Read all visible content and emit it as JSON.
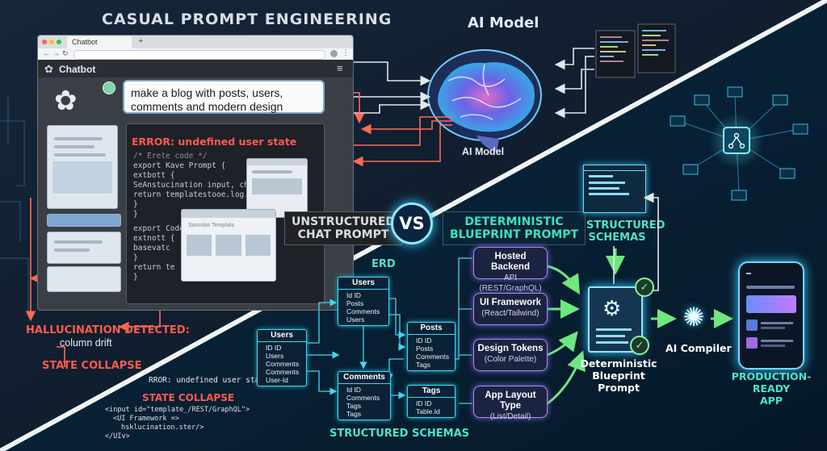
{
  "left": {
    "heading": "CASUAL PROMPT ENGINEERING",
    "browser_tab": "Chatbot",
    "tab_plus": "+",
    "app_title": "Chatbot",
    "prompt": "make a blog with posts, users, comments and modern design",
    "error_title": "ERROR: undefined user state",
    "code_lines": [
      "/* Erete code */",
      "export Kave Prompt {",
      "  extbott {",
      "    SeAnstucination input, ch",
      "    return templatestooe.log.",
      "  }",
      "}",
      "export Code",
      "  extnott {",
      "    basevatc",
      "}",
      "    return te",
      "  }"
    ],
    "template_card_label": "Samnlas Templats",
    "hallucination_title": "HALLUCINATION DETECTED:",
    "hallucination_sub": "column drift",
    "state_collapse_1": "STATE COLLAPSE",
    "bottom_code_1": "RROR: undefined user state\";",
    "state_collapse_2": "STATE COLLAPSE",
    "bottom_code_2": "<input id=\"template_/REST/GraphQL\">",
    "bottom_code_3": "<UI Framework =>",
    "bottom_code_4": "hsklucination.ster/>",
    "bottom_code_5": "</UIv>"
  },
  "center": {
    "ai_model_top": "AI Model",
    "ai_model_label": "AI Model",
    "vs": "VS",
    "unstructured": [
      "UNSTRUCTURED",
      "CHAT PROMPT"
    ],
    "deterministic": [
      "DETERMINISTIC",
      "BLUEPRINT PROMPT"
    ]
  },
  "right": {
    "structured_schemas_top": [
      "STRUCTURED",
      "SCHEMAS"
    ],
    "erd_label": "ERD",
    "erd_tables": {
      "users_top": {
        "name": "Users",
        "fields": [
          "Id ID",
          "Posts",
          "Comments",
          "Users"
        ]
      },
      "users_left": {
        "name": "Users",
        "fields": [
          "ID ID",
          "Users",
          "Comments",
          "Comments",
          "User-Id"
        ]
      },
      "posts": {
        "name": "Posts",
        "fields": [
          "ID ID",
          "Posts",
          "Comments",
          "Tags"
        ]
      },
      "comments": {
        "name": "Comments",
        "fields": [
          "Id ID",
          "Comments",
          "Tags",
          "Tags"
        ]
      },
      "tags": {
        "name": "Tags",
        "fields": [
          "ID ID",
          "Table.Id"
        ]
      }
    },
    "structured_schemas_bottom": "STRUCTURED SCHEMAS",
    "pills": [
      {
        "title": "Hosted Backend",
        "sub": "API (REST/GraphQL)"
      },
      {
        "title": "UI Framework",
        "sub": "(React/Tailwind)"
      },
      {
        "title": "Design Tokens",
        "sub": "(Color Palette)"
      },
      {
        "title": "App Layout Type",
        "sub": "(List/Detail)"
      }
    ],
    "blueprint_label": [
      "Deterministic",
      "Blueprint Prompt"
    ],
    "compiler_label": "AI Compiler",
    "production_label": [
      "PRODUCTION-READY",
      "APP"
    ]
  },
  "colors": {
    "accent_teal": "#4fe3c8",
    "error_red": "#ff5b4a",
    "erd_cyan": "#3fd8f0",
    "pill_purple": "#a98be8",
    "arrow_green": "#6ee87e"
  }
}
